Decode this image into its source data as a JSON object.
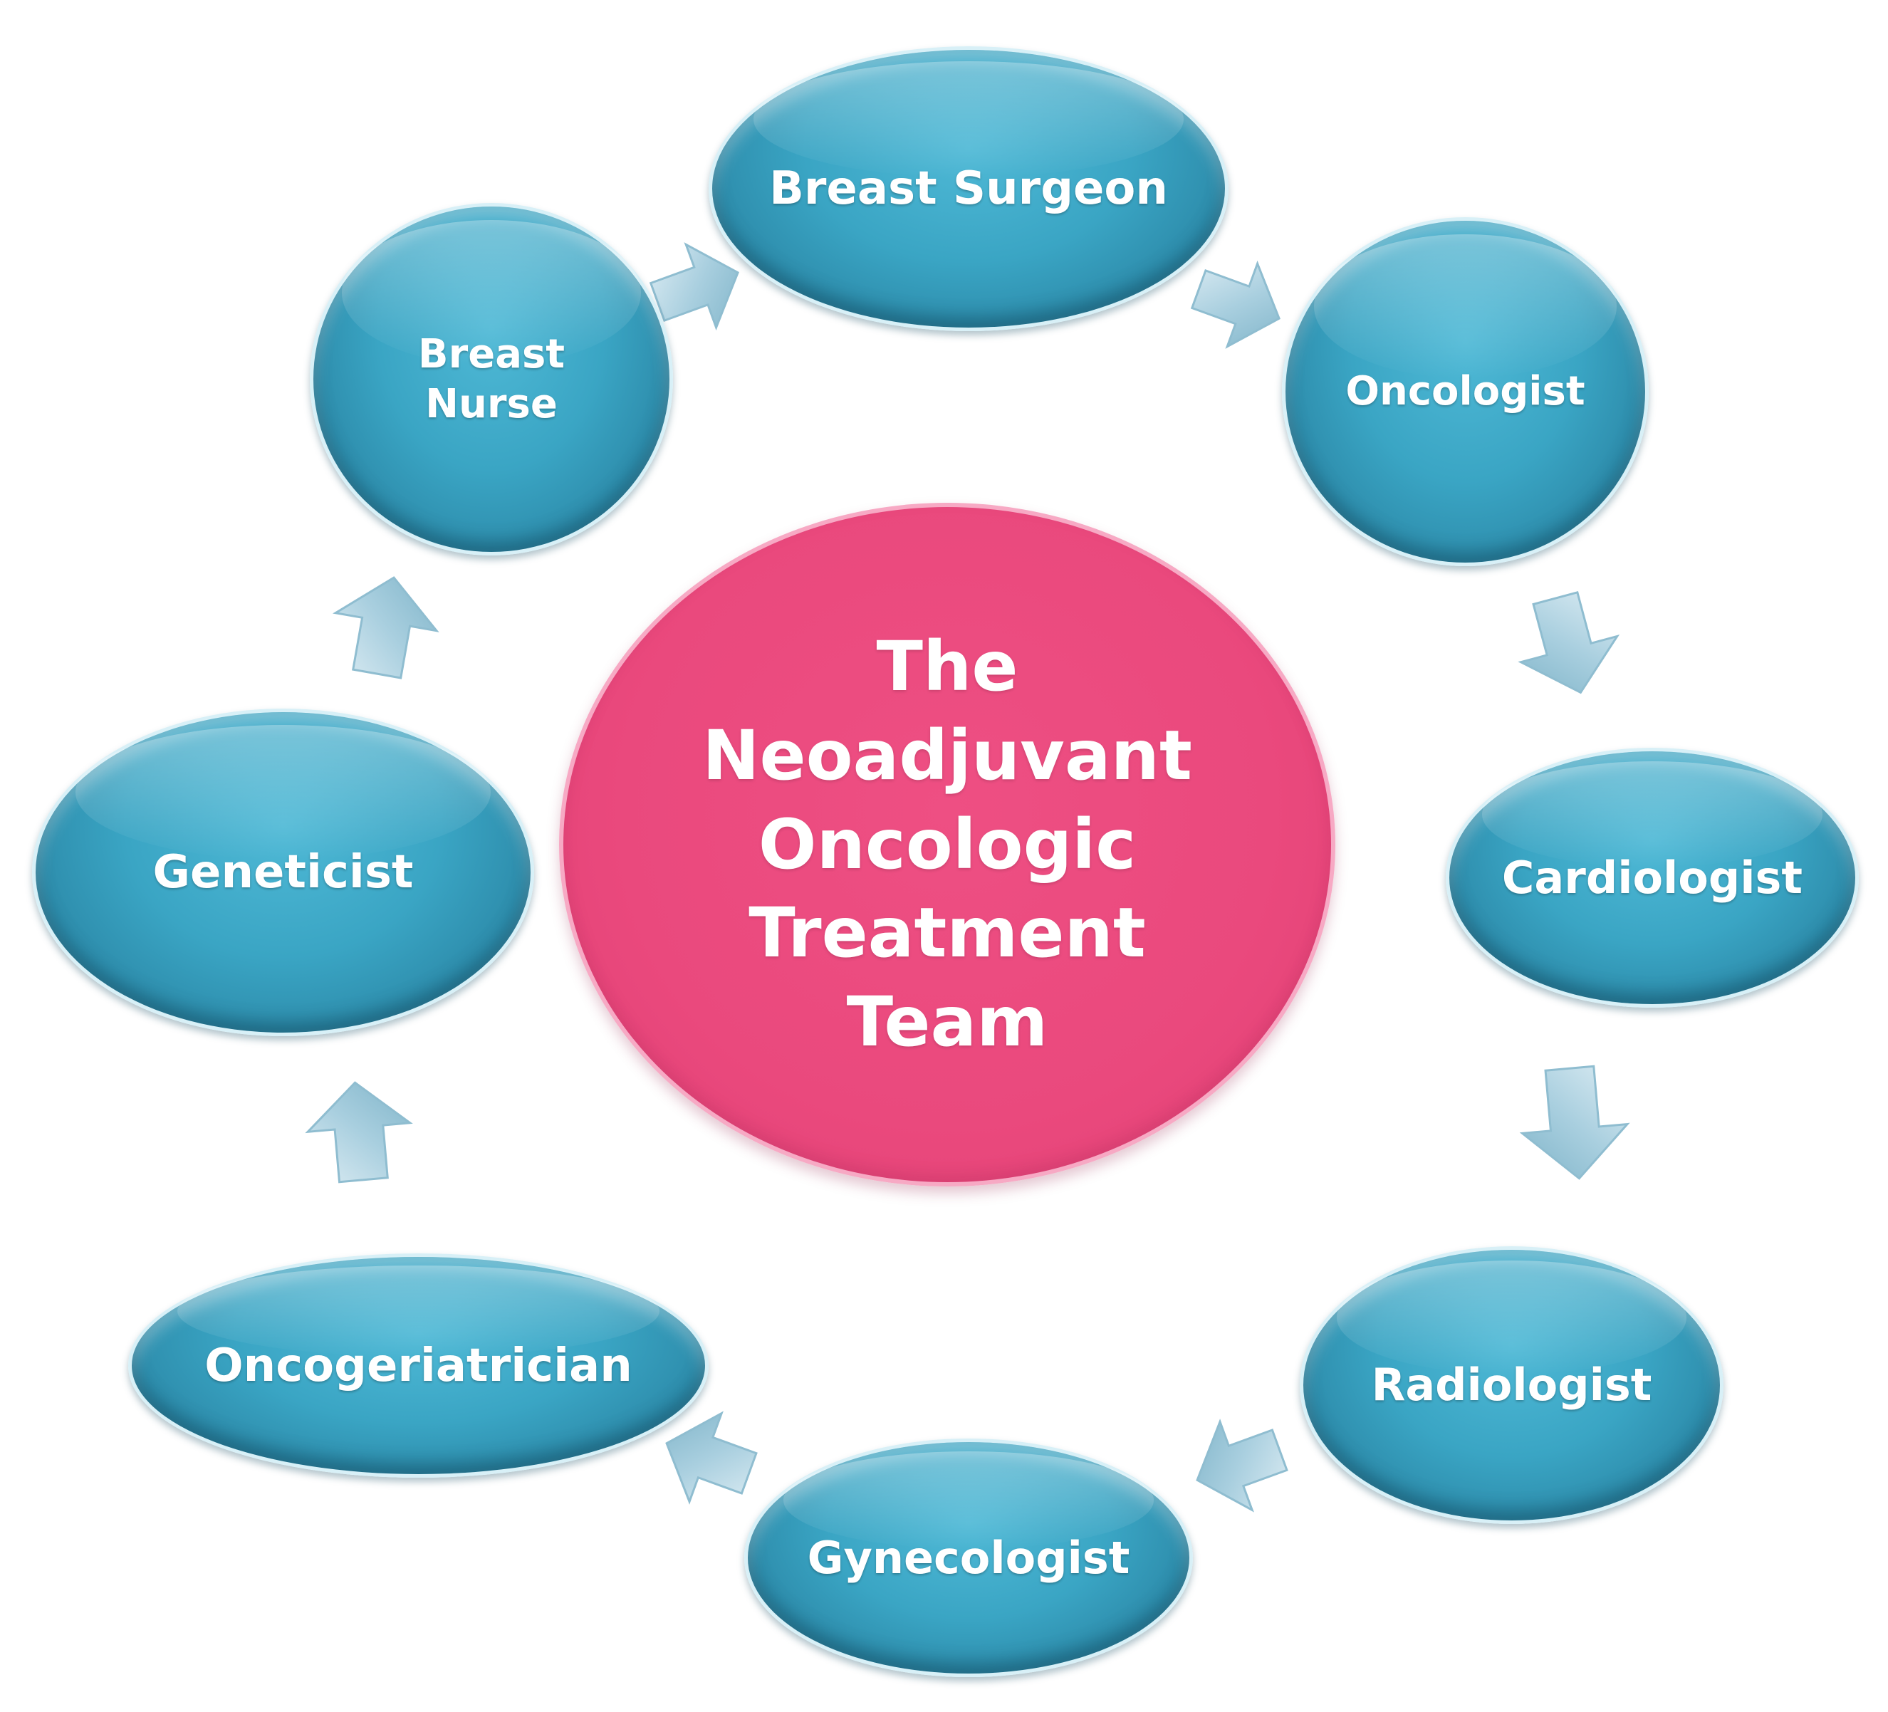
{
  "center": {
    "line1": "The",
    "line2": "Neoadjuvant",
    "line3": "Oncologic",
    "line4": "Treatment",
    "line5": "Team"
  },
  "nodes": {
    "breast_surgeon": "Breast Surgeon",
    "breast_nurse_line1": "Breast",
    "breast_nurse_line2": "Nurse",
    "oncologist": "Oncologist",
    "cardiologist": "Cardiologist",
    "radiologist": "Radiologist",
    "gynecologist": "Gynecologist",
    "oncogeriatrician": "Oncogeriatrician",
    "geneticist": "Geneticist"
  },
  "colors": {
    "node_fill": "#3aa5c4",
    "center_fill": "#ea497d",
    "arrow_fill": "#a9cfdf"
  }
}
